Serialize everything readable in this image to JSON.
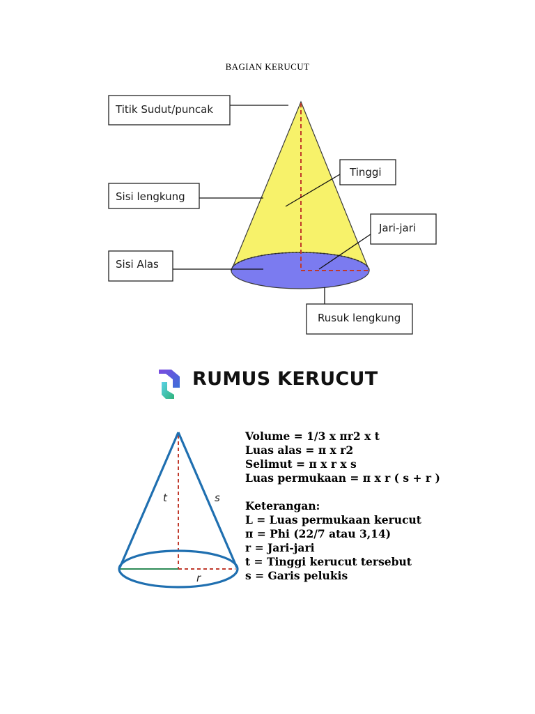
{
  "page_title": "BAGIAN KERUCUT",
  "diagram1": {
    "labels": {
      "apex": "Titik Sudut/puncak",
      "height": "Tinggi",
      "curved_side": "Sisi lengkung",
      "radius": "Jari-jari",
      "base": "Sisi Alas",
      "curved_edge": "Rusuk lengkung"
    },
    "colors": {
      "cone_body": "#f7f26a",
      "base": "#7b7bf0",
      "dashed_line": "#c0392b"
    }
  },
  "rumus": {
    "title": "RUMUS KERUCUT",
    "logo_icon": "brand-logo-icon"
  },
  "diagram2": {
    "labels": {
      "t": "t",
      "s": "s",
      "r": "r"
    },
    "colors": {
      "outline": "#1f6fb0",
      "dashed": "#c0392b",
      "radius_line": "#2e8b57"
    }
  },
  "formulas": {
    "volume": "Volume = 1/3 x πr2 x t",
    "luas_alas": "Luas alas = π x r2",
    "selimut": "Selimut = π x r x s",
    "luas_permukaan": "Luas permukaan = π x r ( s + r )",
    "keterangan_title": "Keterangan:",
    "items": [
      "L = Luas permukaan kerucut",
      "π = Phi (22/7 atau 3,14)",
      "r = Jari-jari",
      "t = Tinggi kerucut tersebut",
      "s = Garis pelukis"
    ]
  }
}
